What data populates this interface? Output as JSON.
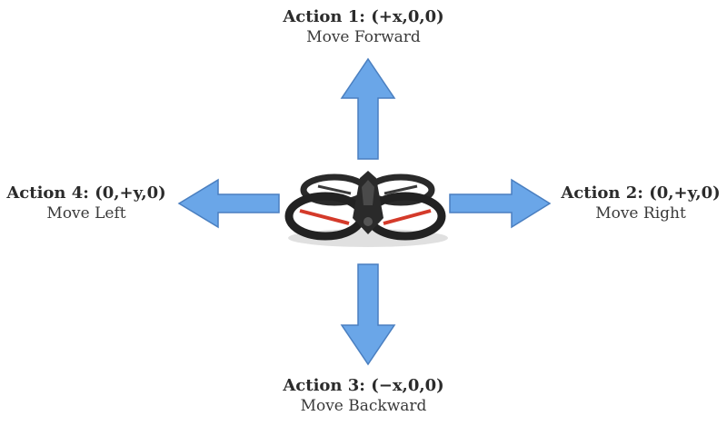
{
  "actions": {
    "forward": {
      "title": "Action 1: (+x,0,0)",
      "label": "Move Forward"
    },
    "right": {
      "title": "Action 2: (0,+y,0)",
      "label": "Move Right"
    },
    "backward": {
      "title": "Action 3: (−x,0,0)",
      "label": "Move Backward"
    },
    "left": {
      "title": "Action 4: (0,+y,0)",
      "label": "Move Left"
    }
  },
  "colors": {
    "arrow_fill": "#6aa6e8",
    "arrow_stroke": "#4a7fc0",
    "drone_body": "#2a2a2a",
    "drone_rotor": "#d43a2a"
  },
  "icons": {
    "drone": "quadcopter-drone-icon"
  }
}
